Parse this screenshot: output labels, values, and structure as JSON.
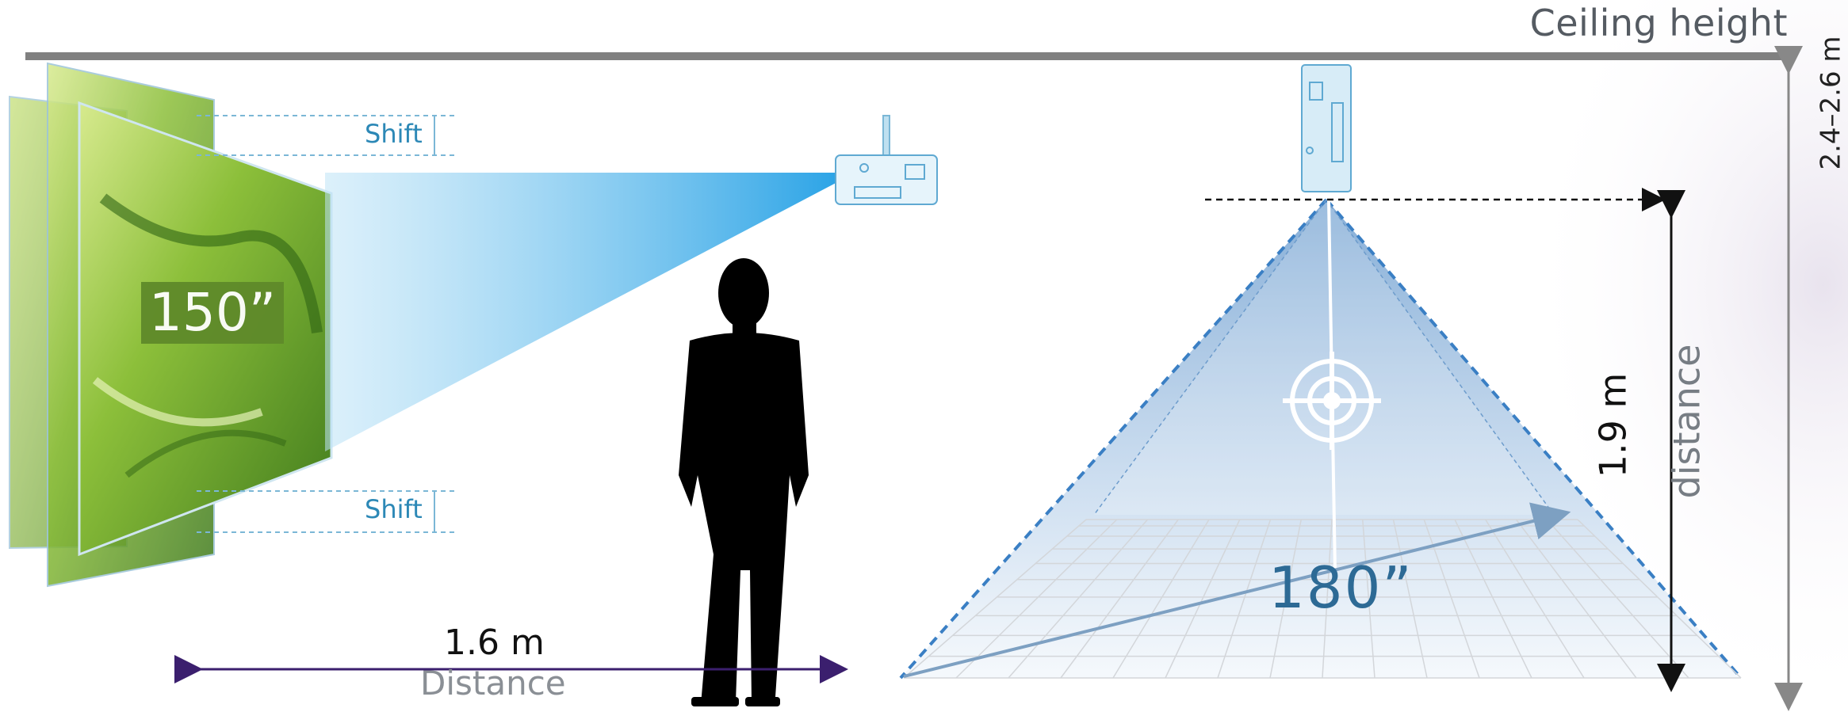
{
  "header": {
    "ceiling_label": "Ceiling height"
  },
  "left_panel": {
    "screen_size": "150”",
    "shift_top": "Shift",
    "shift_bottom": "Shift",
    "distance_value": "1.6 m",
    "distance_label": "Distance"
  },
  "right_panel": {
    "screen_size": "180”",
    "throw_value": "1.9 m",
    "throw_label": "distance",
    "ceiling_height_value": "2.4–2.6 m"
  },
  "colors": {
    "ceiling_bar": "#808080",
    "beam": "#2aa3e6",
    "arrow_purple": "#3b1f6e",
    "size_badge": "#5f8a2a",
    "dashed_blue": "#3a7fc4"
  },
  "icons": {
    "projector_left": "projector-icon",
    "projector_right": "projector-icon",
    "target": "target-icon",
    "person": "person-silhouette"
  }
}
